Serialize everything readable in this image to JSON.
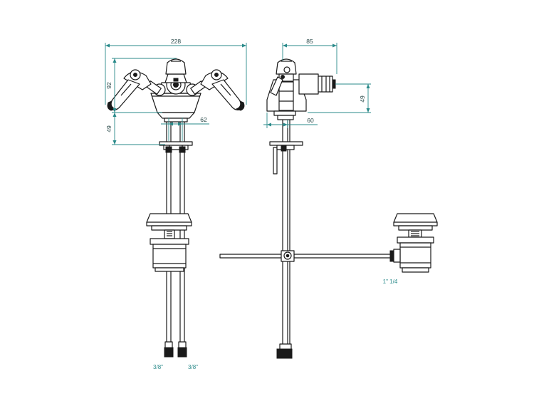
{
  "dimensions": {
    "overall_width": "228",
    "height_top": "92",
    "spout_center": "62",
    "height_bottom": "49",
    "side_width": "85",
    "side_height": "49",
    "side_depth": "60"
  },
  "labels": {
    "inlet_left": "3/8\"",
    "inlet_right": "3/8\"",
    "waste_thread": "1\" 1/4"
  },
  "colors": {
    "outline": "#1a1a1a",
    "dimension": "#2a8a8a"
  }
}
